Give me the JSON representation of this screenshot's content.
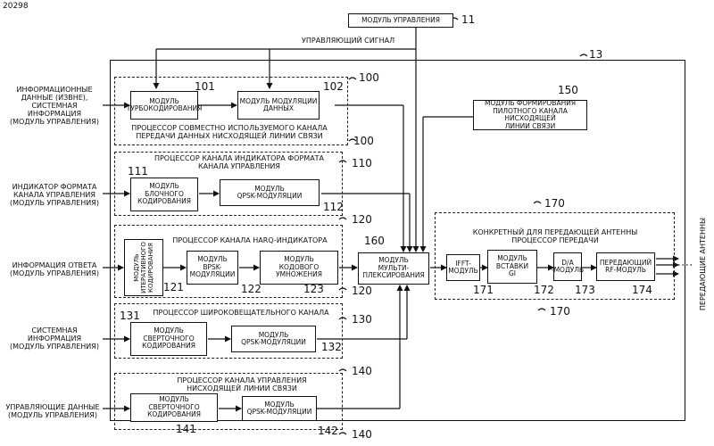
{
  "doc_id": "20298",
  "control_module": {
    "label": "МОДУЛЬ УПРАВЛЕНИЯ",
    "ref": "11"
  },
  "control_signal": "УПРАВЛЯЮЩИЙ СИГНАЛ",
  "outer_ref": "13",
  "inputs": {
    "info": "ИНФОРМАЦИОННЫЕ\nДАННЫЕ (ИЗВНЕ),\nСИСТЕМНАЯ\nИНФОРМАЦИЯ\n(МОДУЛЬ УПРАВЛЕНИЯ)",
    "ctrl_format": "ИНДИКАТОР ФОРМАТА\nКАНАЛА УПРАВЛЕНИЯ\n(МОДУЛЬ УПРАВЛЕНИЯ)",
    "reply": "ИНФОРМАЦИЯ ОТВЕТА\n(МОДУЛЬ УПРАВЛЕНИЯ)",
    "system": "СИСТЕМНАЯ\nИНФОРМАЦИЯ\n(МОДУЛЬ УПРАВЛЕНИЯ)",
    "control_data": "УПРАВЛЯЮЩИЕ ДАННЫЕ\n(МОДУЛЬ УПРАВЛЕНИЯ)"
  },
  "g100": {
    "ref_top": "100",
    "ref_bottom": "100",
    "turbo": {
      "label": "МОДУЛЬ\nТУРБОКОДИРОВАНИЯ",
      "ref": "101"
    },
    "mod": {
      "label": "МОДУЛЬ МОДУЛЯЦИИ\nДАННЫХ",
      "ref": "102"
    },
    "caption": "ПРОЦЕССОР СОВМЕСТНО ИСПОЛЬЗУЕМОГО КАНАЛА\nПЕРЕДАЧИ ДАННЫХ НИСХОДЯЩЕЙ ЛИНИИ СВЯЗИ"
  },
  "pilot": {
    "label": "МОДУЛЬ ФОРМИРОВАНИЯ\nПИЛОТНОГО КАНАЛА НИСХОДЯЩЕЙ\nЛИНИИ СВЯЗИ",
    "ref": "150"
  },
  "g110": {
    "ref": "110",
    "caption": "ПРОЦЕССОР КАНАЛА ИНДИКАТОРА ФОРМАТА\nКАНАЛА УПРАВЛЕНИЯ",
    "block": {
      "label": "МОДУЛЬ\nБЛОЧНОГО\nКОДИРОВАНИЯ",
      "ref": "111"
    },
    "qpsk": {
      "label": "МОДУЛЬ\nQPSK-МОДУЛЯЦИИ",
      "ref": "112"
    }
  },
  "g120": {
    "ref_top": "120",
    "ref_bottom": "120",
    "caption": "ПРОЦЕССОР КАНАЛА HARQ-ИНДИКАТОРА",
    "rep": {
      "label": "МОДУЛЬ\nИТЕРАТИВНОГО\nКОДИРОВАНИЯ",
      "ref": "121"
    },
    "bpsk": {
      "label": "МОДУЛЬ\nBPSK-\nМОДУЛЯЦИИ",
      "ref": "122"
    },
    "code": {
      "label": "МОДУЛЬ\nКОДОВОГО\nУМНОЖЕНИЯ",
      "ref": "123"
    }
  },
  "mux": {
    "label": "МОДУЛЬ\nМУЛЬТИ-\nПЛЕКСИРОВАНИЯ",
    "ref": "160"
  },
  "g170": {
    "ref_top": "170",
    "ref_bottom": "170",
    "caption": "КОНКРЕТНЫЙ ДЛЯ ПЕРЕДАЮЩЕЙ АНТЕННЫ\nПРОЦЕССОР ПЕРЕДАЧИ",
    "ifft": {
      "label": "IFFT-\nМОДУЛЬ",
      "ref": "171"
    },
    "gi": {
      "label": "МОДУЛЬ\nВСТАВКИ\nGI",
      "ref": "172"
    },
    "da": {
      "label": "D/A\n-МОДУЛЬ",
      "ref": "173"
    },
    "rf": {
      "label": "ПЕРЕДАЮЩИЙ\nRF-МОДУЛЬ",
      "ref": "174"
    }
  },
  "antenna": "ПЕРЕДАЮЩИЕ АНТЕННЫ",
  "g130": {
    "ref": "130",
    "caption": "ПРОЦЕССОР ШИРОКОВЕЩАТЕЛЬНОГО КАНАЛА",
    "conv": {
      "label": "МОДУЛЬ\nСВЕРТОЧНОГО\nКОДИРОВАНИЯ",
      "ref": "131"
    },
    "qpsk": {
      "label": "МОДУЛЬ\nQPSK-МОДУЛЯЦИИ",
      "ref": "132"
    }
  },
  "g140": {
    "ref_top": "140",
    "ref_bottom": "140",
    "caption": "ПРОЦЕССОР КАНАЛА УПРАВЛЕНИЯ\nНИСХОДЯЩЕЙ ЛИНИИ СВЯЗИ",
    "conv": {
      "label": "МОДУЛЬ\nСВЕРТОЧНОГО\nКОДИРОВАНИЯ",
      "ref": "141"
    },
    "qpsk": {
      "label": "МОДУЛЬ\nQPSK-МОДУЛЯЦИИ",
      "ref": "142"
    }
  }
}
